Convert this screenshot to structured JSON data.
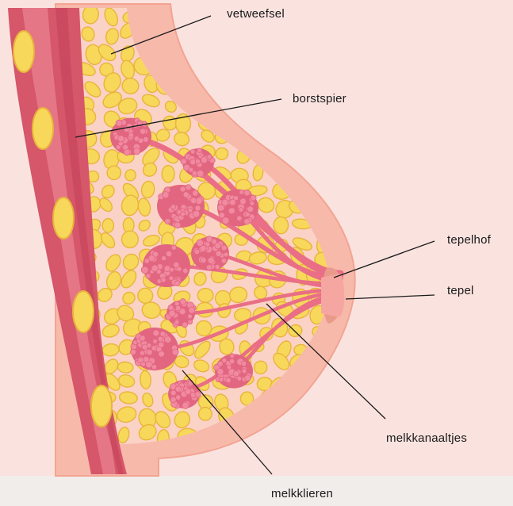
{
  "diagram": {
    "labels": {
      "fat_tissue": "vetweefsel",
      "chest_muscle": "borstspier",
      "areola": "tepelhof",
      "nipple": "tepel",
      "milk_ducts": "melkkanaaltjes",
      "milk_glands": "melkklieren"
    },
    "colors": {
      "background": "#fae3df",
      "footer": "#f1edea",
      "skin": "#f7b9aa",
      "skin_edge": "#f3a493",
      "inner": "#fbd2c6",
      "muscle": "#d6566a",
      "muscle_light": "#ea8290",
      "fat": "#f7d85b",
      "fat_edge": "#e8b43c",
      "gland": "#e26680",
      "gland_dot": "#f08aa0",
      "duct": "#e96e86",
      "leader_line": "#1a1a1a"
    }
  }
}
